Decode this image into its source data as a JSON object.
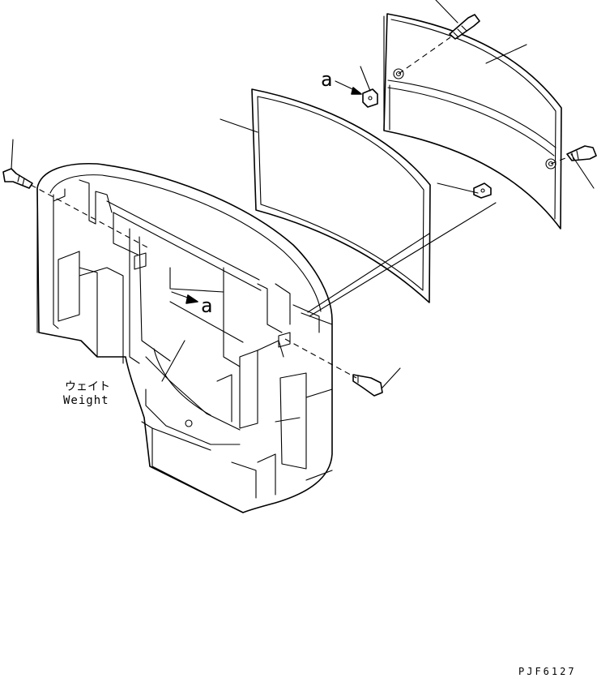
{
  "labels": {
    "callout_a_top": "a",
    "callout_a_body": "a",
    "weight_jp": "ウェイト",
    "weight_en": "Weight",
    "drawing_number": "PJF6127"
  }
}
